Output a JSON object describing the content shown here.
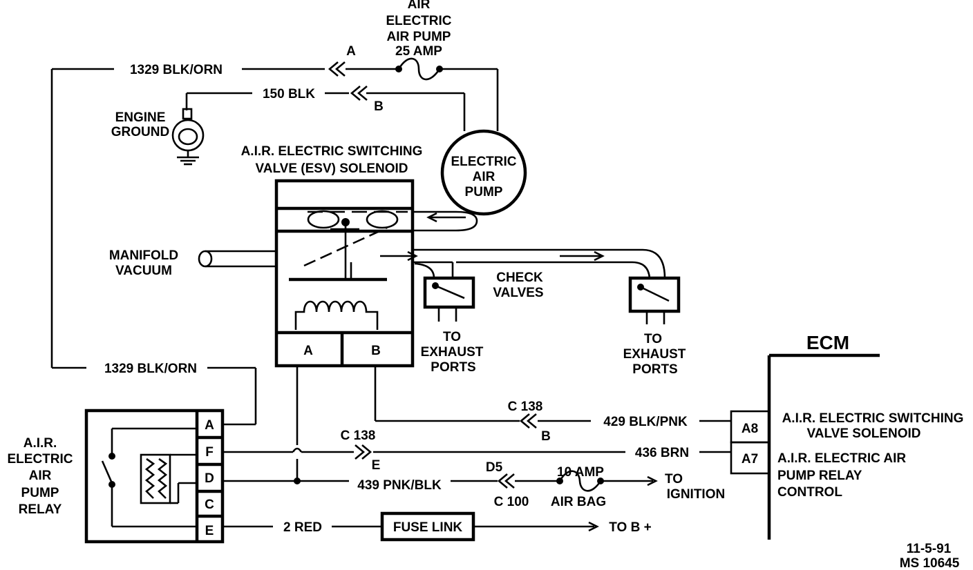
{
  "fuse_air": {
    "line1": "AIR",
    "line2": "ELECTRIC",
    "line3": "AIR PUMP",
    "line4": "25 AMP"
  },
  "wires": {
    "w1329_top": "1329 BLK/ORN",
    "w150": "150 BLK",
    "w1329_mid": "1329 BLK/ORN",
    "w429": "429 BLK/PNK",
    "w436": "436 BRN",
    "w439": "439 PNK/BLK",
    "w2": "2 RED"
  },
  "connectors": {
    "a_top": "A",
    "b_top": "B",
    "c138_upper": "C 138",
    "b_c138": "B",
    "c138_lower": "C 138",
    "e_c138": "E",
    "d5": "D5",
    "c100": "C 100"
  },
  "engine_ground": {
    "line1": "ENGINE",
    "line2": "GROUND"
  },
  "esv": {
    "line1": "A.I.R. ELECTRIC SWITCHING",
    "line2": "VALVE (ESV) SOLENOID",
    "term_a": "A",
    "term_b": "B"
  },
  "pump": {
    "line1": "ELECTRIC",
    "line2": "AIR",
    "line3": "PUMP"
  },
  "manifold": {
    "line1": "MANIFOLD",
    "line2": "VACUUM"
  },
  "check_valves": {
    "line1": "CHECK",
    "line2": "VALVES"
  },
  "exhaust_left": {
    "line1": "TO",
    "line2": "EXHAUST",
    "line3": "PORTS"
  },
  "exhaust_right": {
    "line1": "TO",
    "line2": "EXHAUST",
    "line3": "PORTS"
  },
  "relay": {
    "line1": "A.I.R.",
    "line2": "ELECTRIC",
    "line3": "AIR",
    "line4": "PUMP",
    "line5": "RELAY",
    "terminals": [
      "A",
      "F",
      "D",
      "C",
      "E"
    ]
  },
  "ecm": {
    "title": "ECM",
    "pin_a8": "A8",
    "pin_a7": "A7",
    "a8_line1": "A.I.R. ELECTRIC SWITCHING",
    "a8_line2": "VALVE SOLENOID",
    "a7_line1": "A.I.R. ELECTRIC AIR",
    "a7_line2": "PUMP  RELAY",
    "a7_line3": "CONTROL"
  },
  "airbag_fuse": {
    "amp": "10 AMP",
    "name": "AIR BAG"
  },
  "ignition": {
    "line1": "TO",
    "line2": "IGNITION"
  },
  "fuse_link": "FUSE LINK",
  "to_b_plus": "TO B +",
  "footer": {
    "date": "11-5-91",
    "code": "MS 10645"
  }
}
